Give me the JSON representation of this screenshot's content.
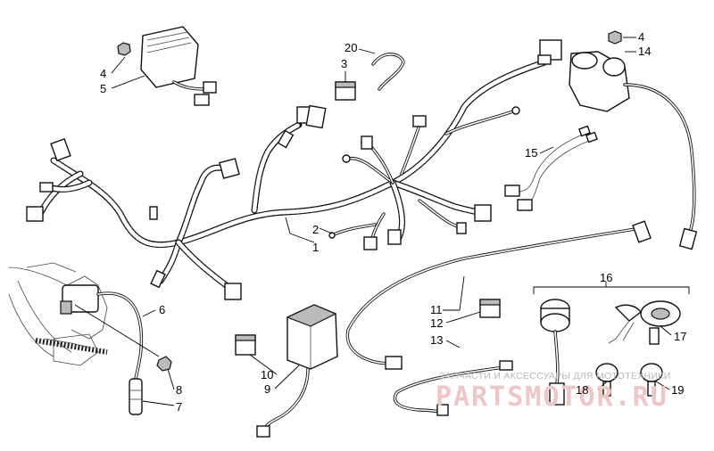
{
  "callouts": [
    {
      "id": "1",
      "text": "1"
    },
    {
      "id": "2",
      "text": "2"
    },
    {
      "id": "3",
      "text": "3"
    },
    {
      "id": "4a",
      "text": "4"
    },
    {
      "id": "4b",
      "text": "4"
    },
    {
      "id": "5",
      "text": "5"
    },
    {
      "id": "6",
      "text": "6"
    },
    {
      "id": "7",
      "text": "7"
    },
    {
      "id": "8",
      "text": "8"
    },
    {
      "id": "9",
      "text": "9"
    },
    {
      "id": "10",
      "text": "10"
    },
    {
      "id": "11",
      "text": "11"
    },
    {
      "id": "12",
      "text": "12"
    },
    {
      "id": "13",
      "text": "13"
    },
    {
      "id": "14",
      "text": "14"
    },
    {
      "id": "15",
      "text": "15"
    },
    {
      "id": "16",
      "text": "16"
    },
    {
      "id": "17",
      "text": "17"
    },
    {
      "id": "18",
      "text": "18"
    },
    {
      "id": "19",
      "text": "19"
    },
    {
      "id": "20",
      "text": "20"
    }
  ],
  "watermark": {
    "caption": "ЗАПЧАСТИ И АКСЕССУАРЫ ДЛЯ МОТОТЕХНИКИ",
    "logo": "PARTSMOTOR.RU"
  }
}
